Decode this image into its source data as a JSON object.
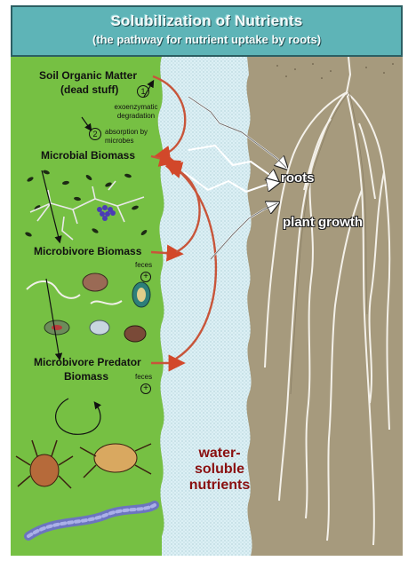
{
  "header": {
    "title": "Solubilization of Nutrients",
    "subtitle": "(the pathway for nutrient uptake by roots)"
  },
  "left_panel": {
    "soil_organic_matter": "Soil Organic Matter",
    "dead_stuff": "(dead stuff)",
    "step1_number": "1",
    "step1_text": "exoenzymatic degradation",
    "step2_number": "2",
    "step2_text": "absorption by microbes",
    "microbial_biomass": "Microbial Biomass",
    "microbivore_biomass": "Microbivore Biomass",
    "feces_1": "feces",
    "plus_1": "+",
    "microbivore_predator_line1": "Microbivore Predator",
    "microbivore_predator_line2": "Biomass",
    "feces_2": "feces",
    "plus_2": "+"
  },
  "middle_panel": {
    "water_line1": "water-",
    "water_line2": "soluble",
    "water_line3": "nutrients"
  },
  "right_panel": {
    "roots": "roots",
    "plant_growth": "plant growth"
  },
  "colors": {
    "header_bg": "#5eb4b7",
    "soil_green": "#76c043",
    "water_blue": "#d9eef3",
    "root_zone_brown": "#a69a7d",
    "arrow_orange": "#c8553a",
    "water_text": "#8a1010"
  }
}
